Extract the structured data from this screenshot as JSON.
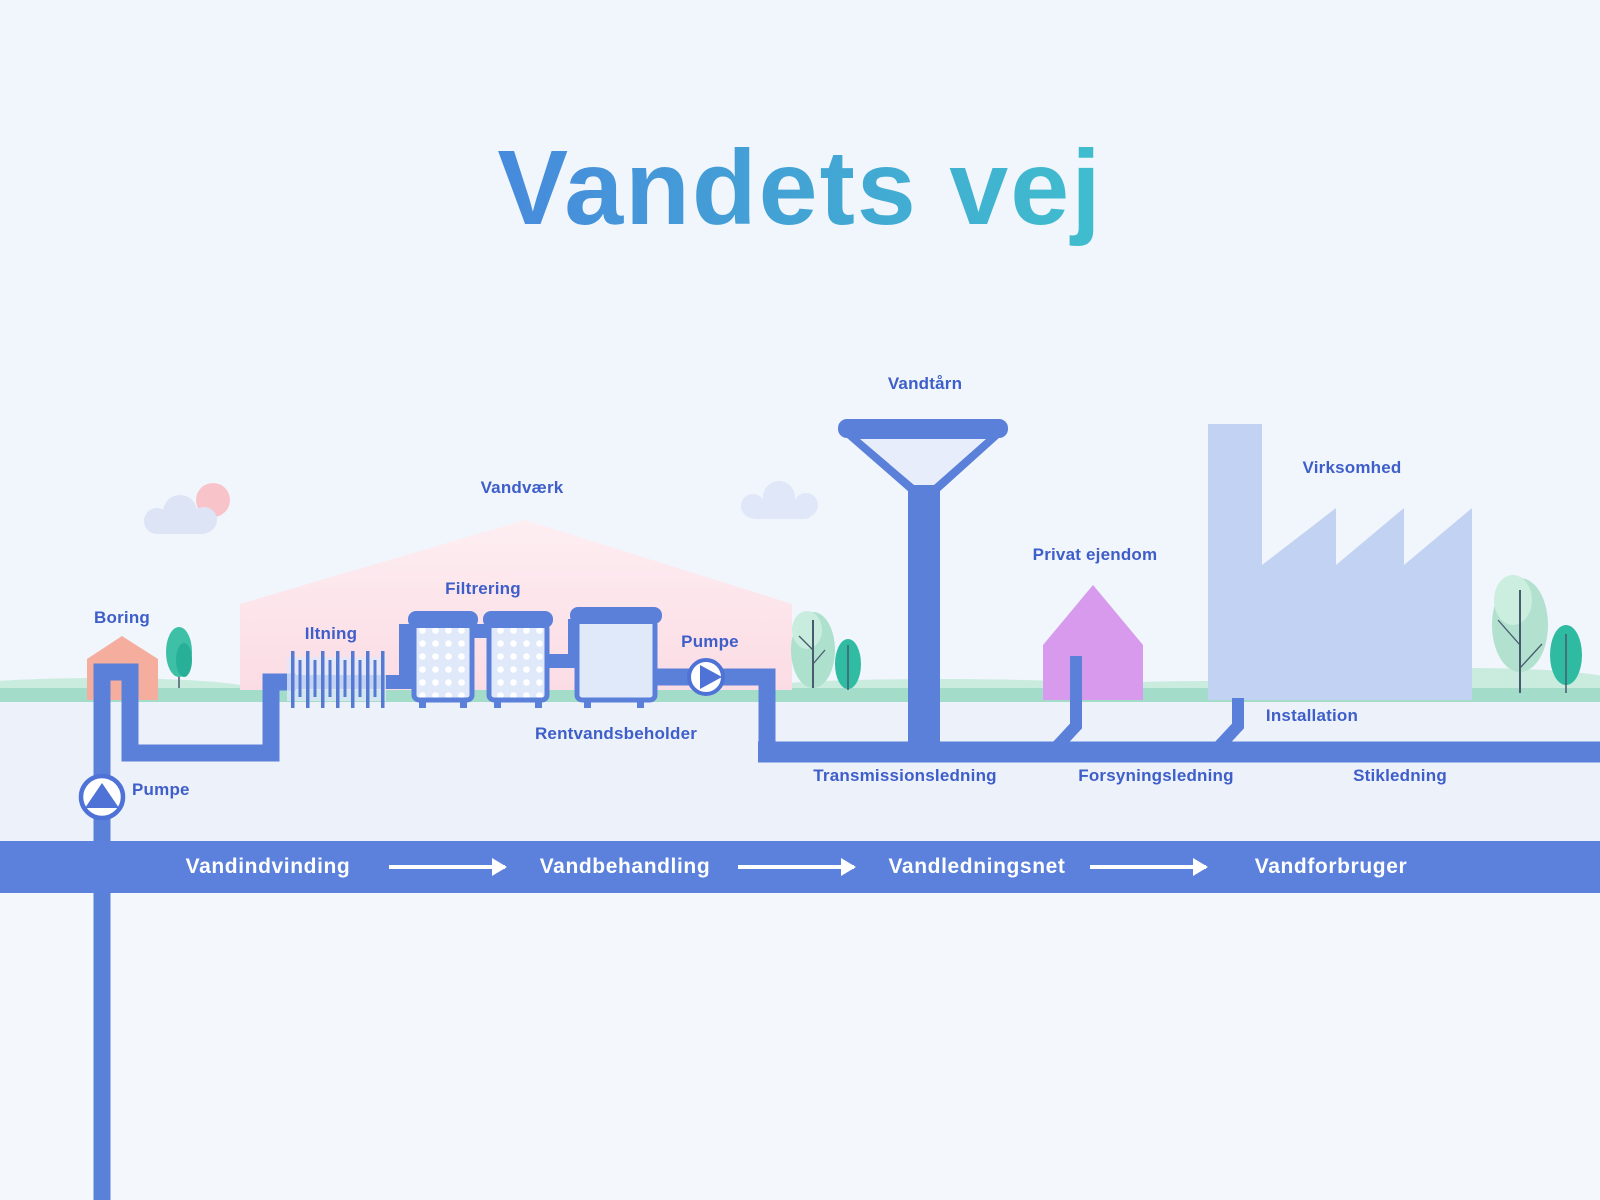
{
  "title": "Vandets vej",
  "labels": {
    "boring": "Boring",
    "pumpe_well": "Pumpe",
    "iltning": "Iltning",
    "vandvaerk": "Vandværk",
    "filtrering": "Filtrering",
    "rentvandsbeholder": "Rentvandsbeholder",
    "pumpe_plant": "Pumpe",
    "vandtaarn": "Vandtårn",
    "privat_ejendom": "Privat ejendom",
    "virksomhed": "Virksomhed",
    "installation": "Installation",
    "transmissionsledning": "Transmissionsledning",
    "forsyningsledning": "Forsyningsledning",
    "stikledning": "Stikledning"
  },
  "process_banner": {
    "stages": [
      "Vandindvinding",
      "Vandbehandling",
      "Vandledningsnet",
      "Vandforbruger"
    ]
  },
  "colors": {
    "pipe_blue": "#5b80da",
    "label_blue": "#3e5ec9",
    "banner_blue": "#5b81dc",
    "title_gradient_start": "#4a79e2",
    "title_gradient_end": "#3ccfc7",
    "ground_green": "#a4dcca",
    "waterworks_pink": "#fbdde4",
    "well_house_salmon": "#f5ae9e",
    "private_house_purple": "#d79aec",
    "factory_periwinkle": "#c2d2f3"
  }
}
